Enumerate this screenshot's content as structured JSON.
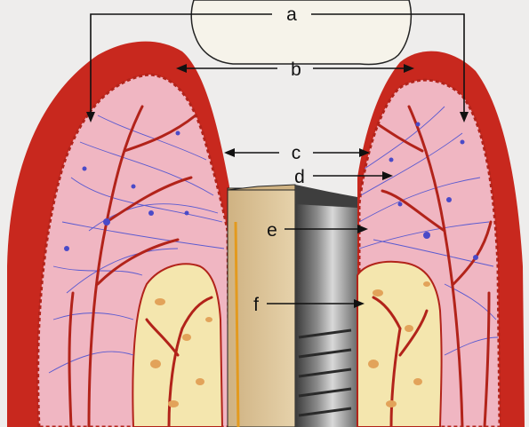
{
  "labels": {
    "a": "a",
    "b": "b",
    "c": "c",
    "d": "d",
    "e": "e",
    "f": "f"
  },
  "colors": {
    "epithelium": "#c8281e",
    "connective_tissue": "#f0b6c2",
    "bone": "#f4e6ae",
    "vessel": "#b2231a",
    "fiber": "#5a5ad0",
    "tooth_crown": "#f6f3ea",
    "root": "#dcc39a",
    "implant": "#5e5e5e"
  }
}
